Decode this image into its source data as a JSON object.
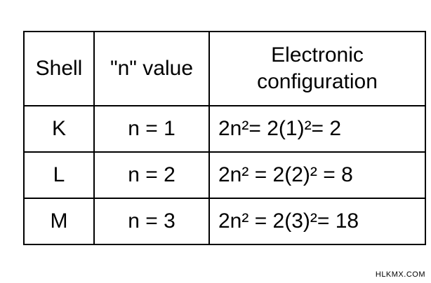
{
  "table": {
    "headers": [
      "Shell",
      "\"n\" value",
      "Electronic configuration"
    ],
    "rows": [
      [
        "K",
        "n = 1",
        "2n²= 2(1)²= 2"
      ],
      [
        "L",
        "n = 2",
        "2n² = 2(2)² = 8"
      ],
      [
        "M",
        "n = 3",
        "2n² = 2(3)²= 18"
      ]
    ]
  },
  "watermark": "HLKMX.COM"
}
